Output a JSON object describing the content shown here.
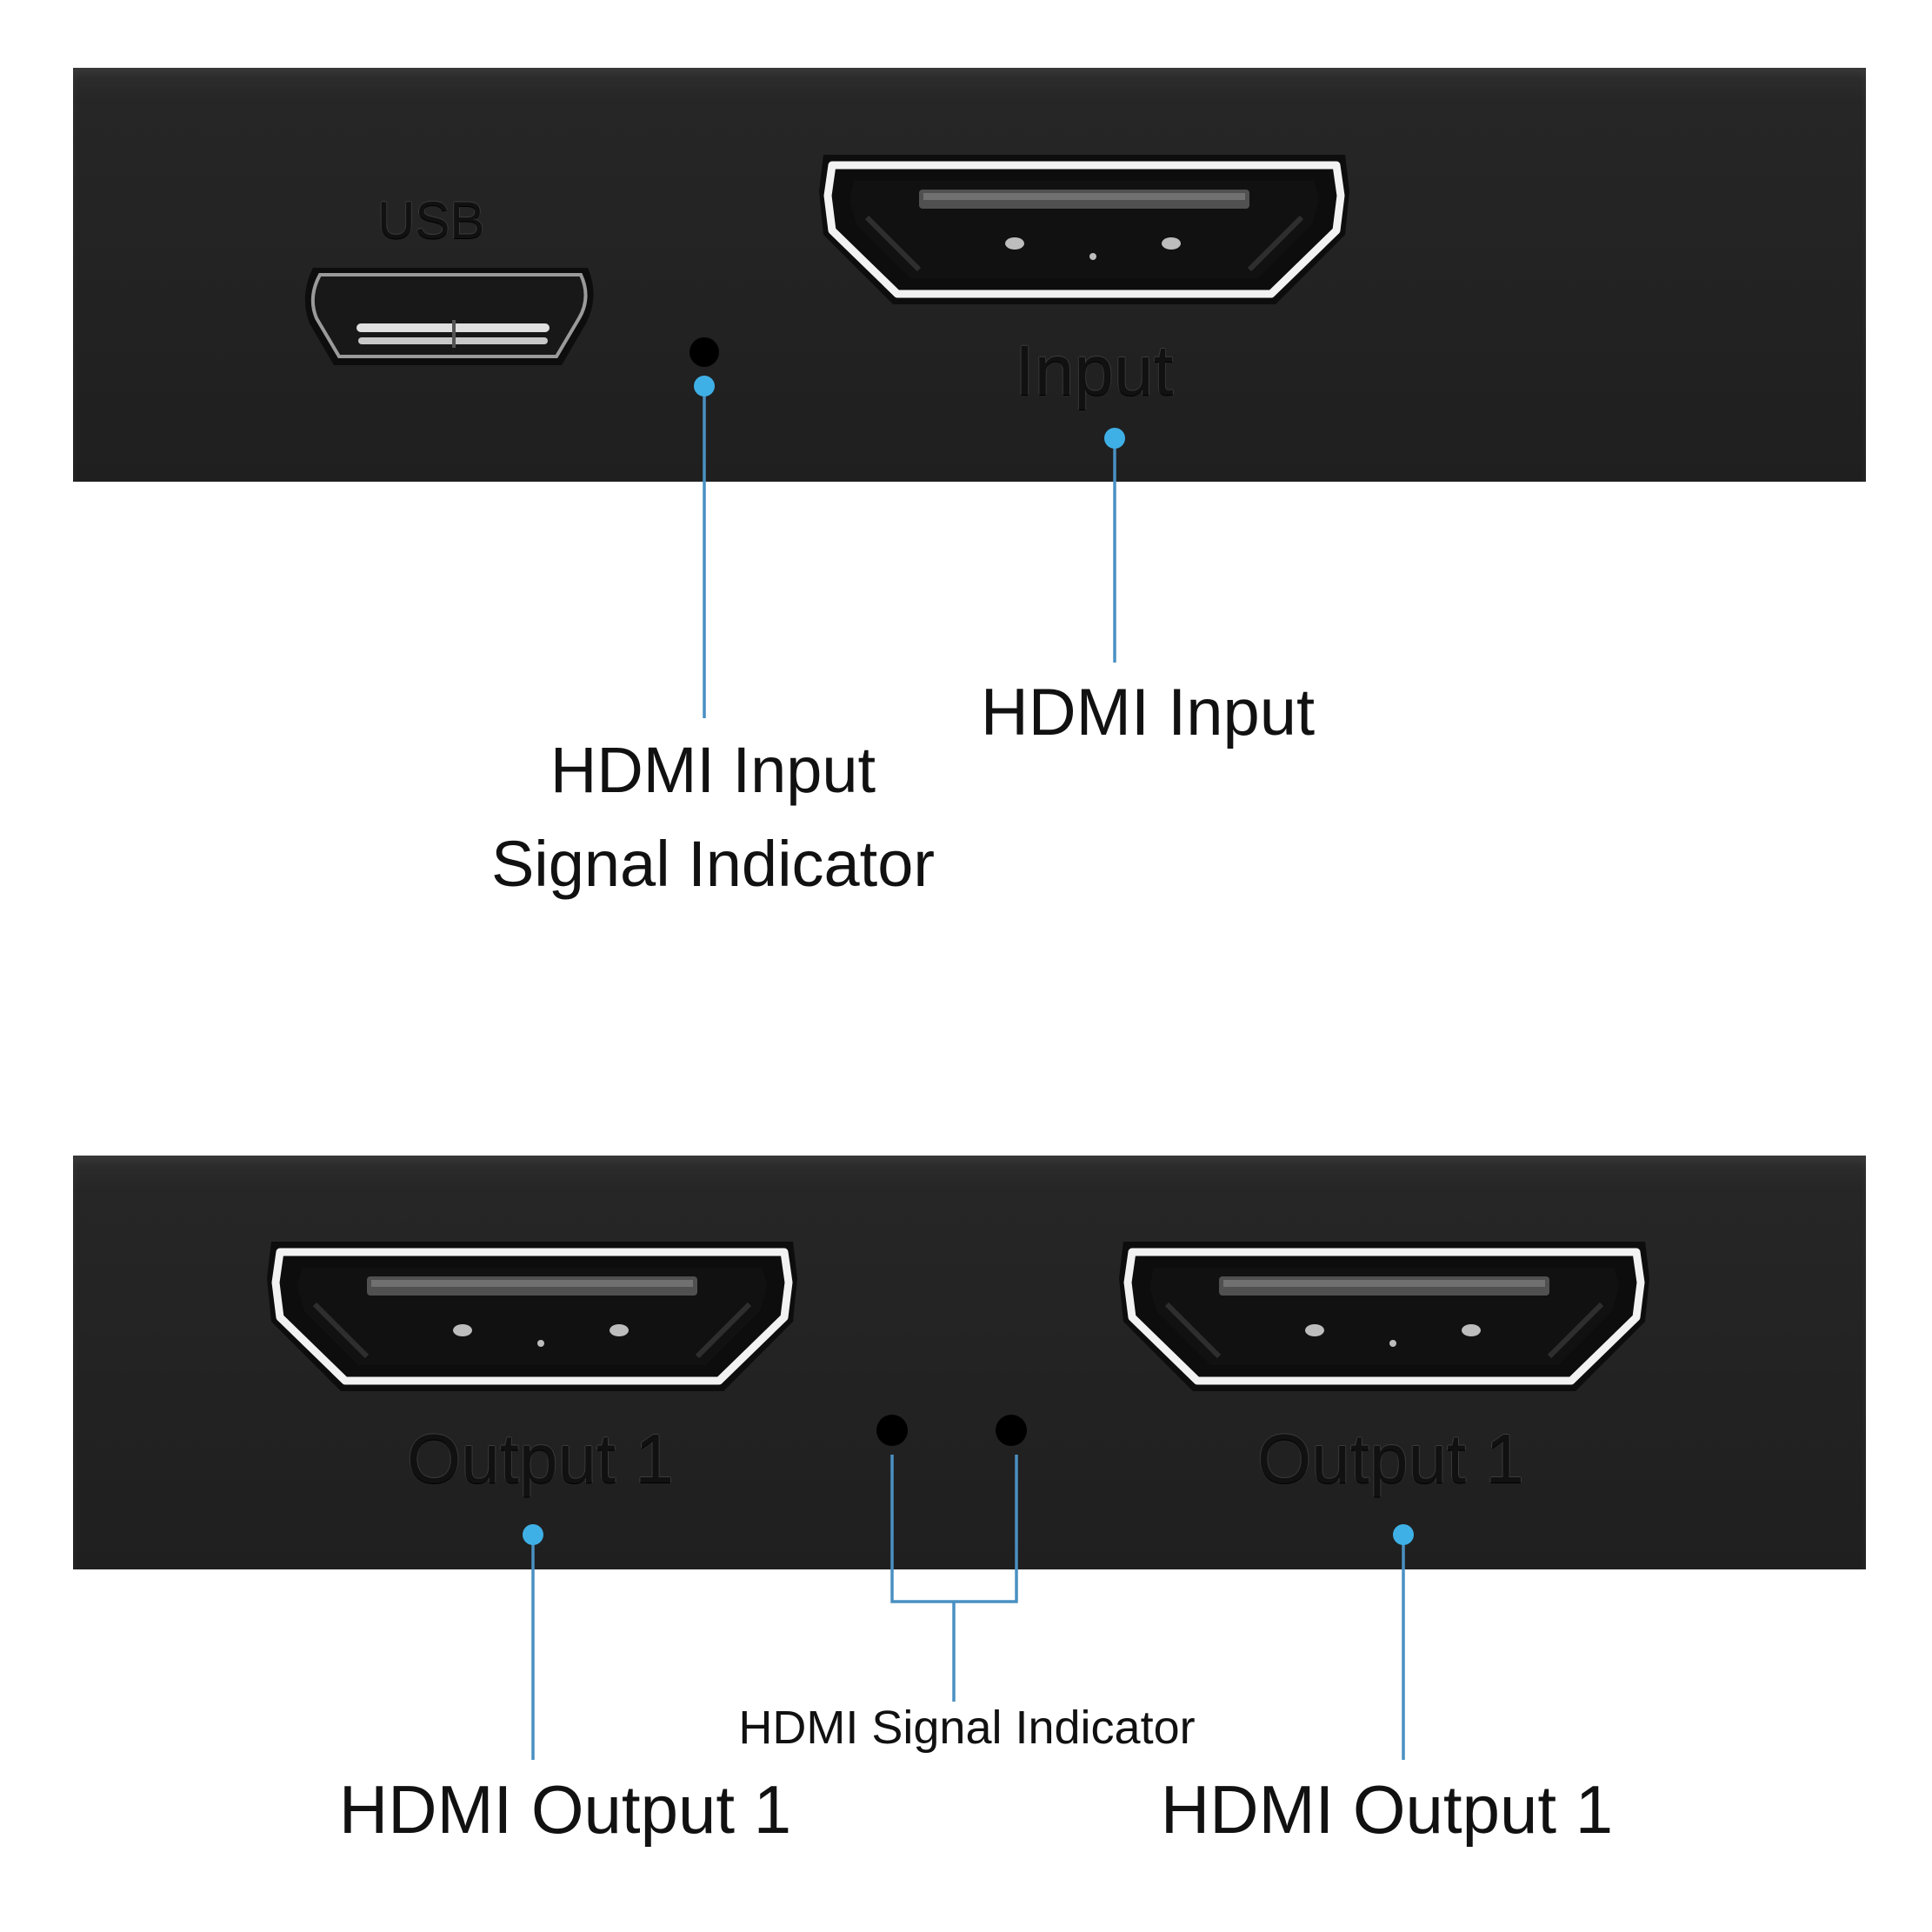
{
  "device_labels": {
    "usb": "USB",
    "input": "Input",
    "output_left": "Output 1",
    "output_right": "Output 1"
  },
  "callouts": {
    "signal_indicator_line1": "HDMI Input",
    "signal_indicator_line2": "Signal Indicator",
    "hdmi_input": "HDMI Input",
    "hdmi_signal_indicator": "HDMI Signal Indicator",
    "hdmi_output_left": "HDMI Output 1",
    "hdmi_output_right": "HDMI Output 1"
  },
  "colors": {
    "panel": "#222222",
    "leader": "#4a90c2",
    "leader_dot": "#3fb0e6",
    "port_outline": "#f2f2f2"
  }
}
